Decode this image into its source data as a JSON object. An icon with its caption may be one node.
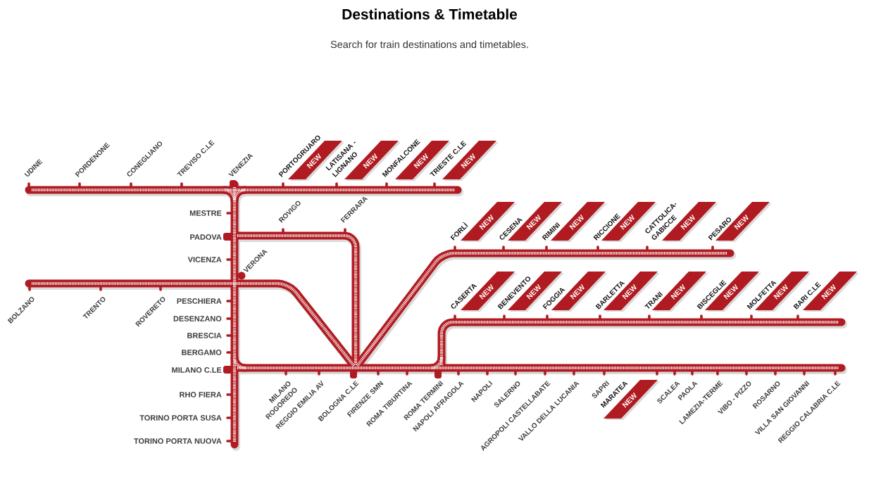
{
  "diagram": {
    "title": "Destinations & Timetable",
    "nodes": [
      {
        "text": [
          "NEW"
        ]
      },
      {
        "text": [
          "NEW"
        ]
      },
      {
        "text": [
          "NEW"
        ]
      },
      {
        "text": [
          "NEW"
        ]
      },
      {
        "text": [
          "NEW"
        ]
      },
      {
        "text": [
          "NEW"
        ]
      },
      {
        "text": [
          "NEW"
        ]
      },
      {
        "text": [
          "NEW"
        ]
      },
      {
        "text": [
          "NEW"
        ]
      },
      {
        "text": [
          "NEW"
        ]
      },
      {
        "text": [
          "NEW"
        ]
      },
      {
        "text": [
          "NEW"
        ]
      },
      {
        "text": [
          "NEW"
        ]
      },
      {
        "text": [
          "NEW"
        ]
      },
      {
        "text": [
          "NEW"
        ]
      },
      {
        "text": [
          "NEW"
        ]
      },
      {
        "text": [
          "NEW"
        ]
      },
      {
        "text": [
          "NEW"
        ]
      },
      {
        "text": [
          "NEW"
        ]
      }
    ],
    "labels": [
      "Search for train destinations and timetables.",
      "UDINE",
      "PORDENONE",
      "CONEGLIANO",
      "TREVISO C.LE",
      "VENEZIA",
      "PORTOGRUARO",
      "LATISANA - LIGNANO",
      "MONFALCONE",
      "TRIESTE C.LE",
      "ROVIGO",
      "FERRARA",
      "FORLÌ",
      "CESENA",
      "RIMINI",
      "RICCIONE",
      "CATTOLICA- GABICCE",
      "PESARO",
      "MESTRE",
      "PADOVA",
      "VICENZA",
      "VERONA",
      "BOLZANO",
      "TRENTO",
      "ROVERETO",
      "PESCHIERA",
      "DESENZANO",
      "BRESCIA",
      "BERGAMO",
      "MILANO C.LE",
      "RHO FIERA",
      "TORINO PORTA SUSA",
      "TORINO PORTA NUOVA",
      "CASERTA",
      "BENEVENTO",
      "FOGGIA",
      "BARLETTA",
      "TRANI",
      "BISCEGLIE",
      "MOLFETTA",
      "BARI C.LE",
      "MILANO ROGOREDO",
      "REGGIO EMILIA AV",
      "BOLOGNA C.LE",
      "FIRENZE SMN",
      "ROMA TIBURTINA",
      "ROMA TERMINI",
      "NAPOLI AFRAGOLA",
      "NAPOLI",
      "SALERNO",
      "AGROPOLI CASTELLABATE",
      "VALLO DELLA LUCANIA",
      "SAPRI",
      "MARATEA",
      "SCALEA",
      "PAOLA",
      "LAMEZIA-TERME",
      "VIBO - PIZZO",
      "ROSARNO",
      "VILLA SAN GIOVANNI",
      "REGGIO CALABRIA C.LE"
    ]
  }
}
